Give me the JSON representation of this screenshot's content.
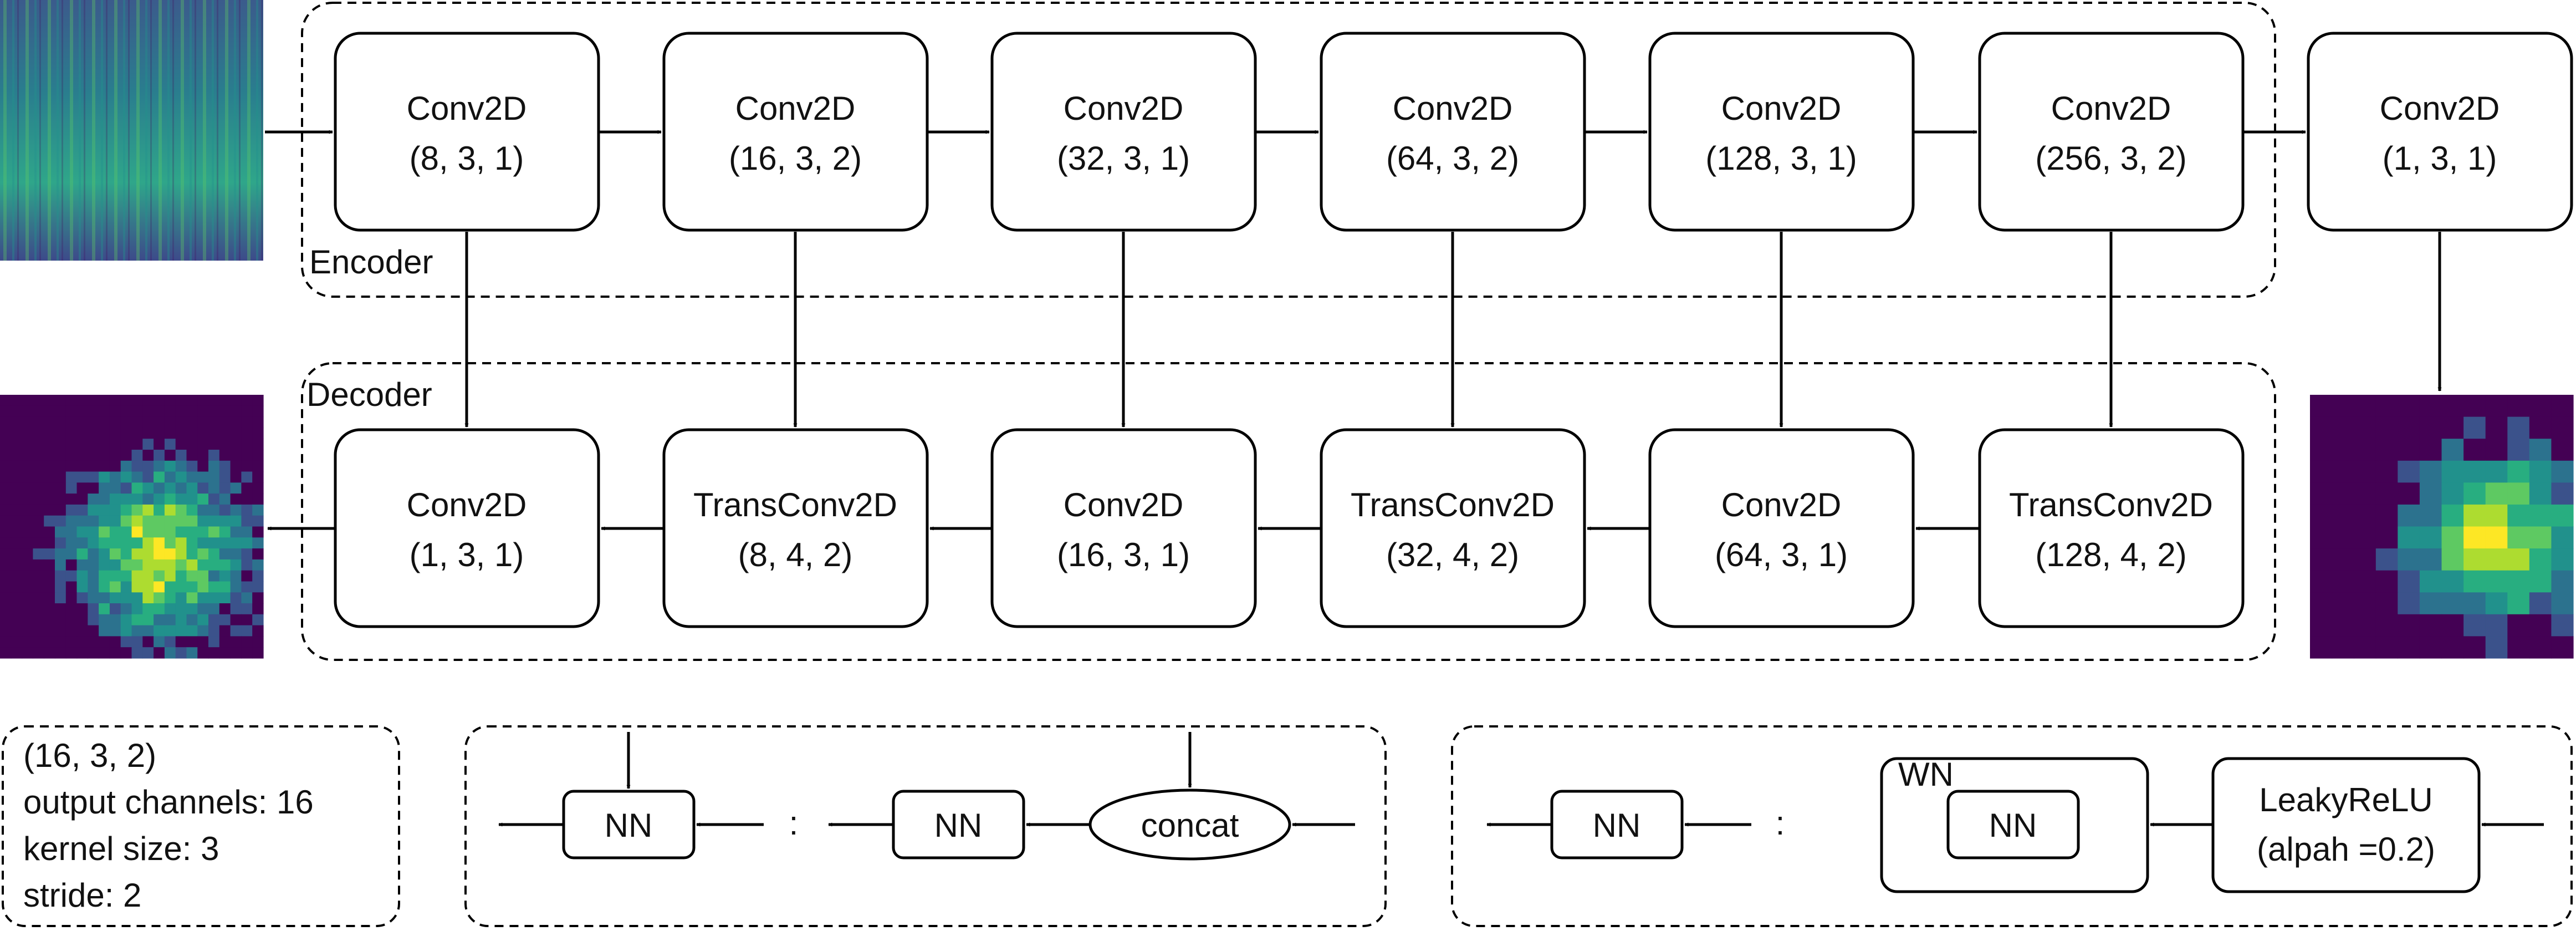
{
  "encoder": {
    "label": "Encoder",
    "blocks": [
      {
        "name": "Conv2D",
        "params": "(8, 3, 1)"
      },
      {
        "name": "Conv2D",
        "params": "(16, 3, 2)"
      },
      {
        "name": "Conv2D",
        "params": "(32, 3, 1)"
      },
      {
        "name": "Conv2D",
        "params": "(64, 3, 2)"
      },
      {
        "name": "Conv2D",
        "params": "(128, 3, 1)"
      },
      {
        "name": "Conv2D",
        "params": "(256, 3, 2)"
      }
    ]
  },
  "bottleneck": {
    "name": "Conv2D",
    "params": "(1, 3, 1)"
  },
  "decoder": {
    "label": "Decoder",
    "blocks": [
      {
        "name": "Conv2D",
        "params": "(1, 3, 1)"
      },
      {
        "name": "TransConv2D",
        "params": "(8, 4, 2)"
      },
      {
        "name": "Conv2D",
        "params": "(16, 3, 1)"
      },
      {
        "name": "TransConv2D",
        "params": "(32, 4, 2)"
      },
      {
        "name": "Conv2D",
        "params": "(64, 3, 1)"
      },
      {
        "name": "TransConv2D",
        "params": "(128, 4, 2)"
      }
    ]
  },
  "legend": {
    "params_example": {
      "lines": [
        "(16, 3, 2)",
        "output channels: 16",
        "kernel size: 3",
        "stride: 2"
      ]
    },
    "skip": {
      "nn_left": "NN",
      "colon": ":",
      "nn_right": "NN",
      "concat": "concat"
    },
    "wn": {
      "nn_left": "NN",
      "colon": ":",
      "wn_label": "WN",
      "nn_inner": "NN",
      "act_name": "LeakyReLU",
      "act_params": "(alpah =0.2)"
    }
  },
  "images": {
    "input_spectrogram": "spectrogram-thumbnail",
    "output_map": "decoder-output-heatmap",
    "bottleneck_map": "bottleneck-heatmap"
  }
}
